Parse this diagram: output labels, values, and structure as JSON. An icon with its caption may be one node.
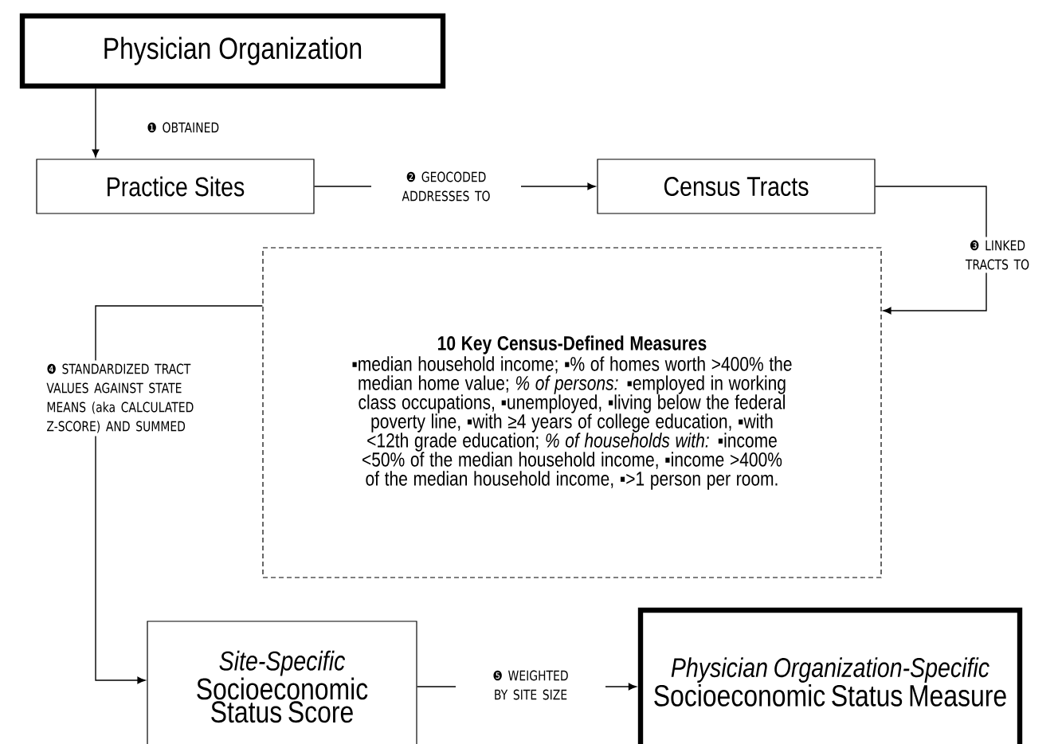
{
  "diagram": {
    "nodes": [
      {
        "text": [
          "Physician Organization"
        ]
      },
      {
        "text": [
          "Practice Sites"
        ]
      },
      {
        "text": [
          "Census Tracts"
        ]
      },
      {
        "text": [
          "10 Key Census-Defined Measures",
          "▪median household income; ▪% of homes worth >400% the median home value; *% of persons:* ▪employed in working class occupations, ▪unemployed, ▪living below the federal poverty line, ▪with ≥4 years of college education, ▪with <12th grade education; *% of households with:* ▪income <50% of the median household income, ▪income >400% of the median household income, ▪>1 person per room."
        ]
      },
      {
        "text": [
          "Site-Specific",
          "Socioeconomic Status Score"
        ]
      },
      {
        "text": [
          "Physician Organization-Specific",
          "Socioeconomic Status Measure"
        ]
      }
    ],
    "edges": [
      {
        "from": 0,
        "to": 1,
        "arrow": "to",
        "label": "❶ OBTAINED"
      },
      {
        "from": 1,
        "to": 2,
        "arrow": "to",
        "label": "❷ GEOCODED ADDRESSES TO"
      },
      {
        "from": 2,
        "to": 3,
        "arrow": "to",
        "label": "❸ LINKED TRACTS TO"
      },
      {
        "from": 3,
        "to": 4,
        "arrow": "to",
        "label": "❹ STANDARDIZED TRACT VALUES AGAINST STATE MEANS (aka CALCULATED Z-SCORE) AND SUMMED"
      },
      {
        "from": 4,
        "to": 5,
        "arrow": "to",
        "label": "❺ WEIGHTED BY SITE SIZE"
      }
    ]
  }
}
